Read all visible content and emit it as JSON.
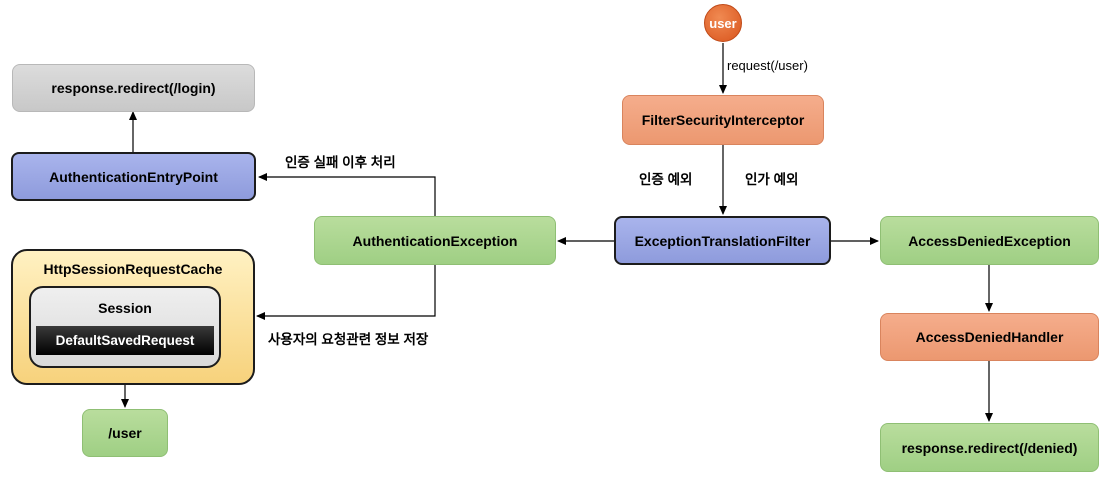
{
  "nodes": {
    "user": "user",
    "filter_security_interceptor": "FilterSecurityInterceptor",
    "exception_translation_filter": "ExceptionTranslationFilter",
    "authentication_exception": "AuthenticationException",
    "access_denied_exception": "AccessDeniedException",
    "access_denied_handler": "AccessDeniedHandler",
    "response_redirect_denied": "response.redirect(/denied)",
    "authentication_entry_point": "AuthenticationEntryPoint",
    "response_redirect_login": "response.redirect(/login)",
    "http_session_request_cache": "HttpSessionRequestCache",
    "session": "Session",
    "default_saved_request": "DefaultSavedRequest",
    "user_path": "/user"
  },
  "edge_labels": {
    "request": "request(/user)",
    "authentication_error": "인증 예외",
    "authorization_error": "인가 예외",
    "after_auth_failure": "인증 실패 이후 처리",
    "save_request_info": "사용자의 요청관련 정보 저장"
  },
  "colors": {
    "gray": "#d3d3d3",
    "blue": "#9ca7e4",
    "green": "#aed791",
    "orange": "#f0a27e",
    "yellow": "#f9dc94",
    "user_circle": "#e2672f"
  }
}
